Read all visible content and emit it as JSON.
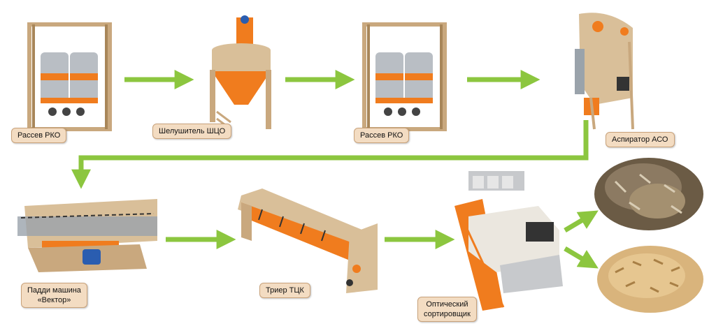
{
  "labels": {
    "sifter1": "Рассев РКО",
    "huller": "Шелушитель ШЦО",
    "sifter2": "Рассев РКО",
    "aspirator": "Аспиратор АСО",
    "paddy_line1": "Падди машина",
    "paddy_line2": "«Вектор»",
    "trier": "Триер ТЦК",
    "sorter_line1": "Оптический",
    "sorter_line2": "сортировщик"
  },
  "colors": {
    "arrow": "#8cc63f",
    "machine_frame": "#d9bf99",
    "machine_accent": "#f07c1e",
    "label_bg": "#f3dcc2"
  }
}
